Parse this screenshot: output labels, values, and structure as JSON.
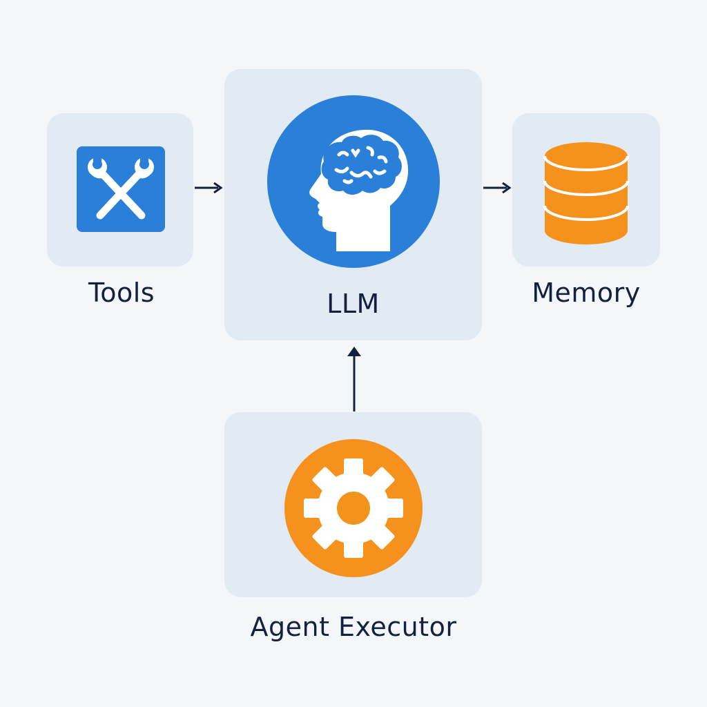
{
  "diagram": {
    "nodes": {
      "tools": {
        "label": "Tools",
        "icon": "wrench-icon"
      },
      "llm": {
        "label": "LLM",
        "icon": "brain-head-icon"
      },
      "memory": {
        "label": "Memory",
        "icon": "database-icon"
      },
      "executor": {
        "label": "Agent Executor",
        "icon": "gear-icon"
      }
    },
    "edges": [
      {
        "from": "tools",
        "to": "llm"
      },
      {
        "from": "llm",
        "to": "memory"
      },
      {
        "from": "executor",
        "to": "llm"
      }
    ],
    "colors": {
      "background": "#f4f7fa",
      "box": "#e2ebf4",
      "blue": "#2a7fd9",
      "orange": "#f5921e",
      "text": "#14213d",
      "arrow": "#14213d"
    }
  }
}
